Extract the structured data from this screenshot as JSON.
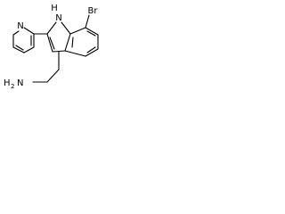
{
  "labels": {
    "indole_nh": {
      "main": "H",
      "sub": "N"
    },
    "bromine": "Br",
    "pyridine_n": "N",
    "amine": {
      "main": "H",
      "sub": "2",
      "tail": "N"
    }
  },
  "colors": {
    "bond": "#000000",
    "text": "#000000",
    "background": "#ffffff"
  }
}
